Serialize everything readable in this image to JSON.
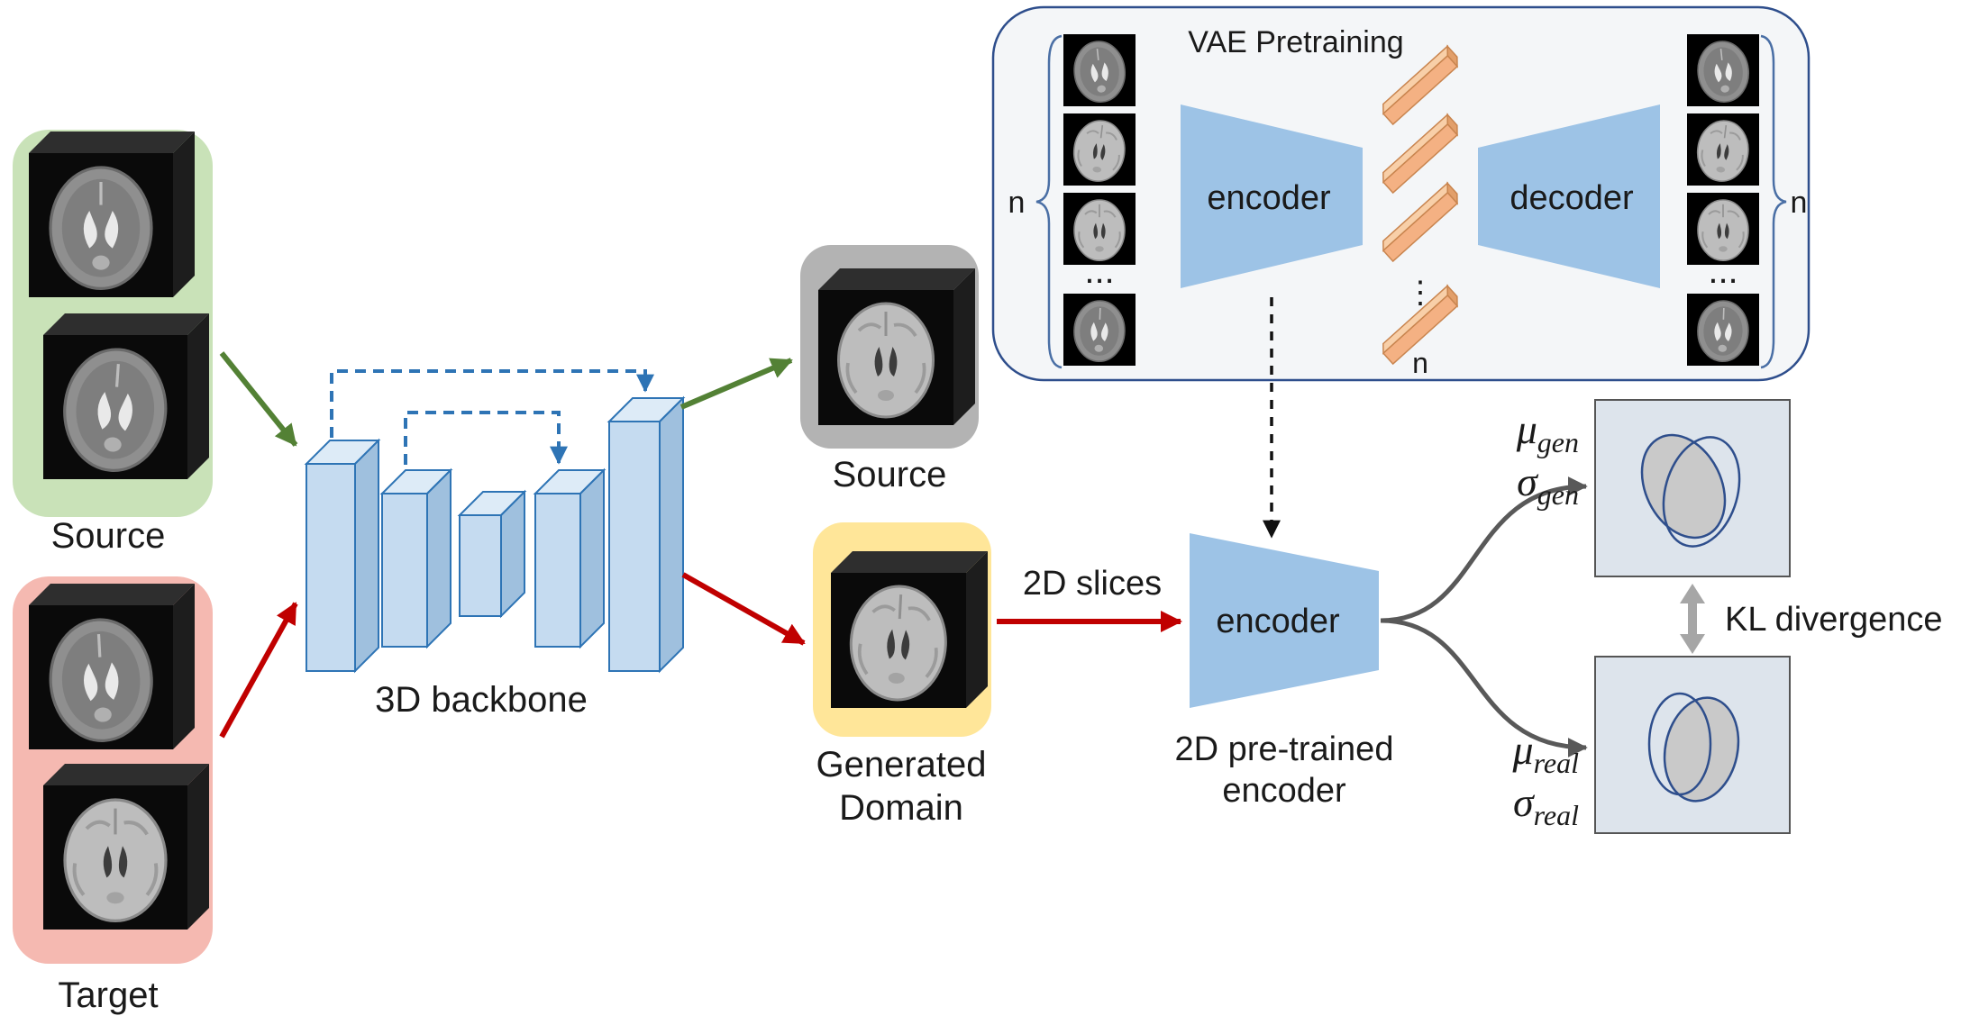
{
  "inputs": {
    "source_label": "Source",
    "target_label": "Target"
  },
  "backbone": {
    "label": "3D backbone"
  },
  "outputs": {
    "source_label": "Source",
    "generated_line1": "Generated",
    "generated_line2": "Domain"
  },
  "flow": {
    "slices_label": "2D slices"
  },
  "encoder2d": {
    "label": "encoder",
    "caption_line1": "2D pre-trained",
    "caption_line2": "encoder"
  },
  "vae": {
    "title": "VAE Pretraining",
    "encoder_label": "encoder",
    "decoder_label": "decoder",
    "n_left": "n",
    "n_right": "n",
    "n_latent": "n",
    "ellipsis_left": "...",
    "ellipsis_right": "...",
    "ellipsis_latent": "⋮"
  },
  "distributions": {
    "mu": "μ",
    "sigma": "σ",
    "sub_gen": "gen",
    "sub_real": "real",
    "kl_label": "KL divergence"
  },
  "colors": {
    "source_bg": "#c9e2b8",
    "target_bg": "#f5b9b1",
    "output_source_bg": "#b3b3b3",
    "generated_bg": "#ffe699",
    "vae_panel_bg": "#f4f6f8",
    "vae_panel_border": "#2e4e8c",
    "encoder_fill": "#9dc3e6",
    "slab_fill": "#c5dbf0",
    "latent_fill": "#f4b183",
    "arrow_green": "#538135",
    "arrow_red": "#c00000",
    "arrow_gray": "#595959",
    "skip_blue": "#2e74b5",
    "kl_gray": "#a6a6a6",
    "dist_box_bg": "#dde4ec",
    "ellipse_gray": "#c9c9c9",
    "ellipse_stroke": "#2e4e8c"
  }
}
